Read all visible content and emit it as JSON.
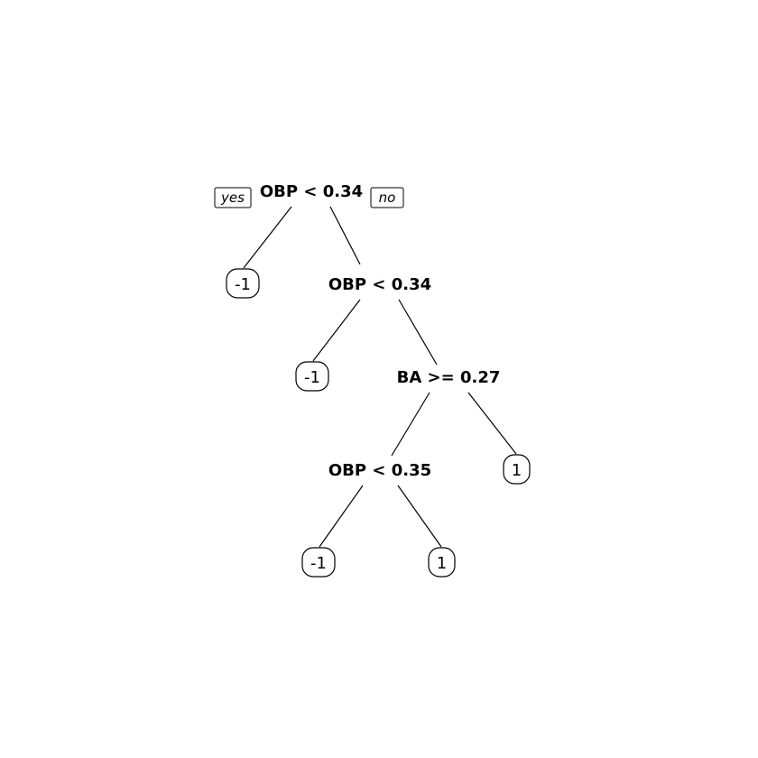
{
  "tree": {
    "branch_labels": {
      "yes": "yes",
      "no": "no"
    },
    "splits": [
      {
        "id": "split-1",
        "label": "OBP < 0.34"
      },
      {
        "id": "split-2",
        "label": "OBP < 0.34"
      },
      {
        "id": "split-3",
        "label": "BA >= 0.27"
      },
      {
        "id": "split-4",
        "label": "OBP < 0.35"
      }
    ],
    "leaves": [
      {
        "id": "leaf-1",
        "value": "-1"
      },
      {
        "id": "leaf-2",
        "value": "-1"
      },
      {
        "id": "leaf-3",
        "value": "-1"
      },
      {
        "id": "leaf-4",
        "value": "1"
      },
      {
        "id": "leaf-5",
        "value": "1"
      }
    ]
  }
}
